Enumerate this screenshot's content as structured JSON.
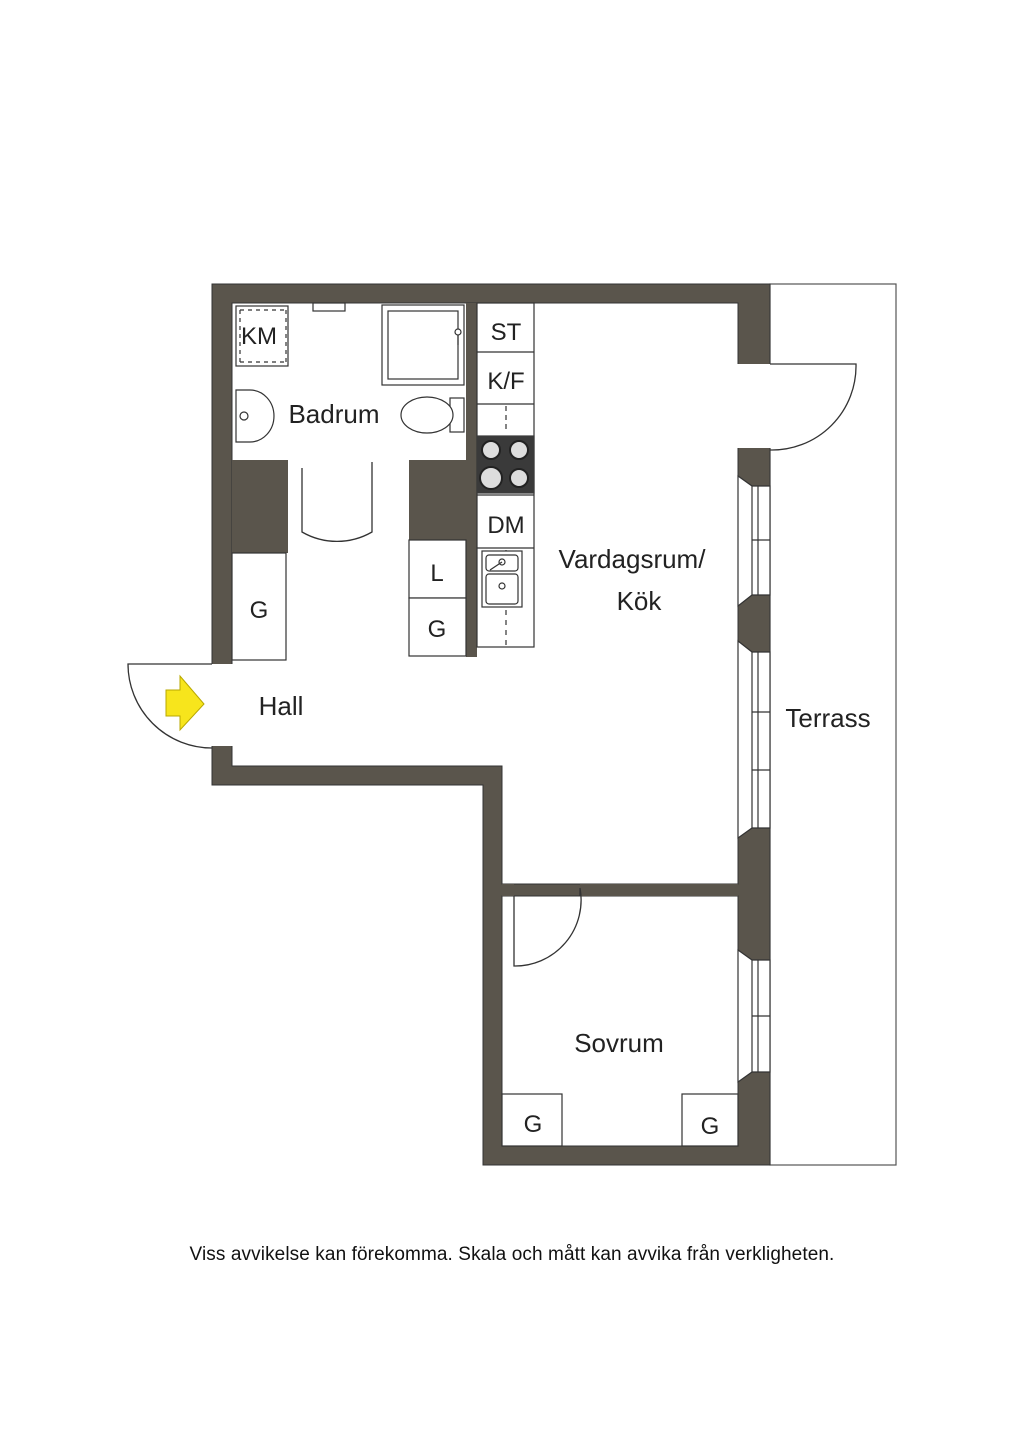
{
  "rooms": {
    "badrum": "Badrum",
    "vardagsrum_line1": "Vardagsrum/",
    "vardagsrum_line2": "Kök",
    "hall": "Hall",
    "sovrum": "Sovrum",
    "terrass": "Terrass"
  },
  "fixtures": {
    "km": "KM",
    "st": "ST",
    "kf": "K/F",
    "dm": "DM",
    "linen": "L",
    "hall_wardrobe": "G",
    "hall_wardrobe_2": "G",
    "bedroom_wardrobe_left": "G",
    "bedroom_wardrobe_right": "G"
  },
  "disclaimer": "Viss avvikelse kan förekomma. Skala och mått kan avvika från verkligheten.",
  "colors": {
    "wall": "#5a554c",
    "line": "#333333",
    "entrance_arrow": "#f7e51c",
    "hob": "#3a3a3a"
  },
  "icons": [
    "entrance-arrow-icon",
    "washbasin-icon",
    "toilet-icon",
    "shower-icon",
    "hob-icon",
    "sink-icon"
  ]
}
